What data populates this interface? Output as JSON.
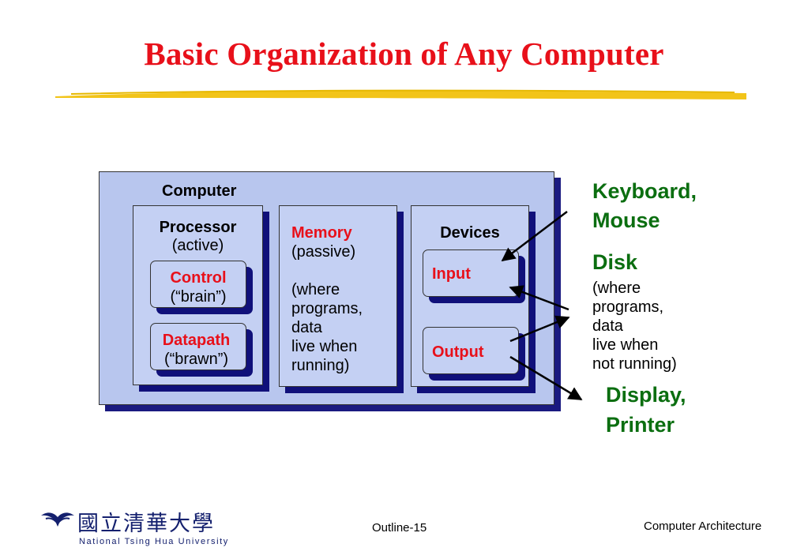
{
  "title": "Basic Organization of Any Computer",
  "computer_label": "Computer",
  "processor": {
    "label": "Processor",
    "sub": "(active)"
  },
  "control": {
    "label": "Control",
    "sub": "(“brain”)"
  },
  "datapath": {
    "label": "Datapath",
    "sub": "(“brawn”)"
  },
  "memory": {
    "label": "Memory",
    "lines": [
      "(passive)",
      "",
      "(where",
      "programs,",
      "data",
      "live when",
      "running)"
    ]
  },
  "devices": {
    "label": "Devices",
    "input": "Input",
    "output": "Output"
  },
  "external": {
    "keyboard_mouse": [
      "Keyboard,",
      "Mouse"
    ],
    "disk": "Disk",
    "disk_note": [
      "(where",
      "programs,",
      "data",
      "live when",
      "not running)"
    ],
    "display_printer": [
      "Display,",
      "Printer"
    ]
  },
  "footer": {
    "university_cn": "國立清華大學",
    "university_en": "National Tsing Hua University",
    "page": "Outline-15",
    "course": "Computer Architecture"
  },
  "colors": {
    "title": "#e8101a",
    "accent_green": "#0b6e10",
    "box_fill": "#b8c6ee",
    "shadow": "#10107a"
  }
}
